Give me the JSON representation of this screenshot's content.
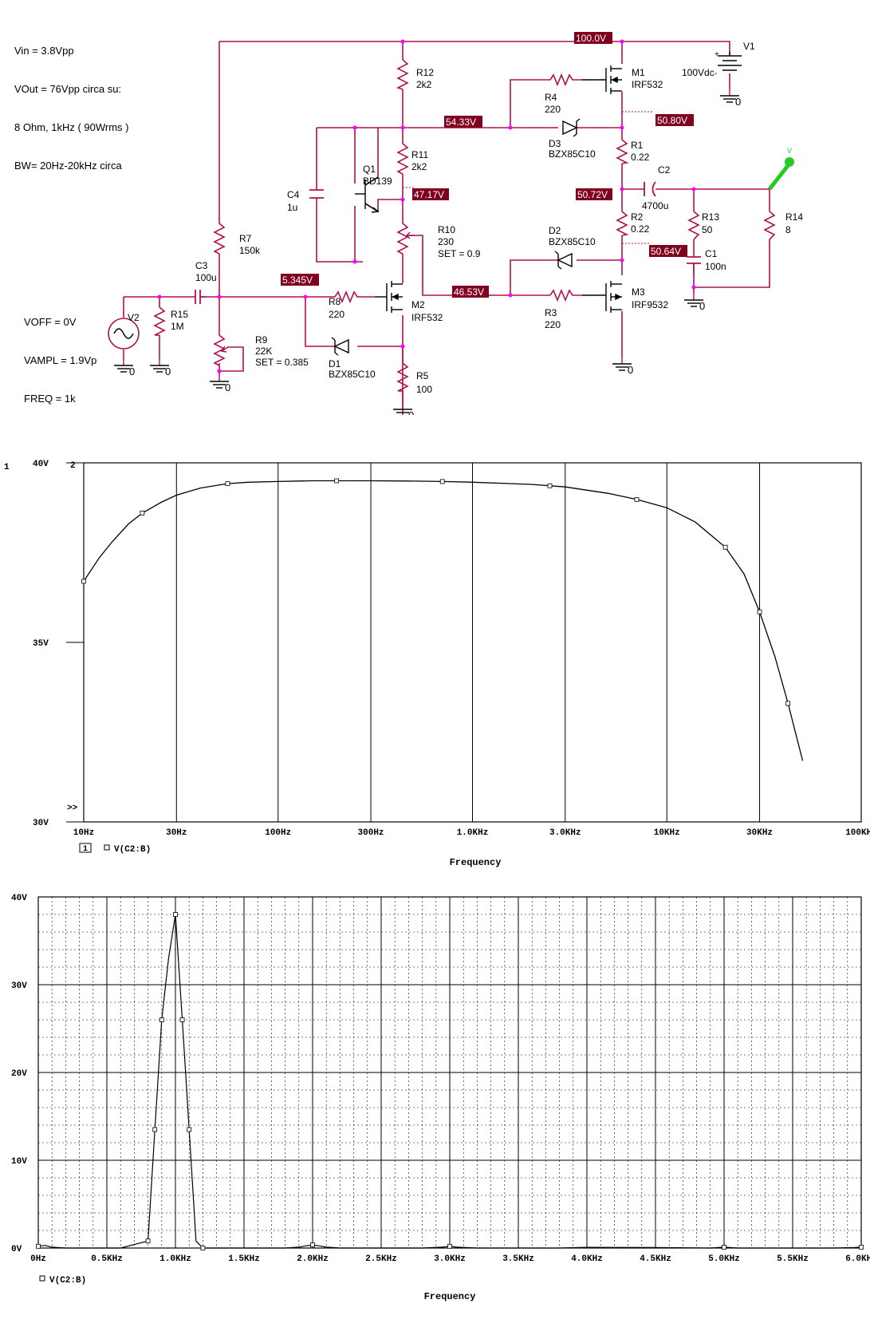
{
  "notes": {
    "top_left": [
      "Vin = 3.8Vpp",
      "VOut = 76Vpp circa su:",
      "8 Ohm, 1kHz ( 90Wrms )",
      "BW= 20Hz-20kHz circa"
    ],
    "source": [
      "VOFF = 0V",
      "VAMPL = 1.9Vp",
      "FREQ = 1k"
    ]
  },
  "components": {
    "R12": {
      "name": "R12",
      "value": "2k2"
    },
    "R11": {
      "name": "R11",
      "value": "2k2"
    },
    "R10": {
      "name": "R10",
      "value": "230",
      "set": "SET = 0.9"
    },
    "R7": {
      "name": "R7",
      "value": "150k"
    },
    "R9": {
      "name": "R9",
      "value": "22K",
      "set": "SET = 0.385"
    },
    "R15": {
      "name": "R15",
      "value": "1M"
    },
    "R8": {
      "name": "R8",
      "value": "220"
    },
    "R5": {
      "name": "R5",
      "value": "100"
    },
    "R4": {
      "name": "R4",
      "value": "220"
    },
    "R3": {
      "name": "R3",
      "value": "220"
    },
    "R1": {
      "name": "R1",
      "value": "0.22"
    },
    "R2": {
      "name": "R2",
      "value": "0.22"
    },
    "R13": {
      "name": "R13",
      "value": "50"
    },
    "R14": {
      "name": "R14",
      "value": "8"
    },
    "C3": {
      "name": "C3",
      "value": "100u"
    },
    "C4": {
      "name": "C4",
      "value": "1u"
    },
    "C2": {
      "name": "C2",
      "value": "4700u"
    },
    "C1": {
      "name": "C1",
      "value": "100n"
    },
    "Q1": {
      "name": "Q1",
      "value": "BD139"
    },
    "M1": {
      "name": "M1",
      "value": "IRF532"
    },
    "M2": {
      "name": "M2",
      "value": "IRF532"
    },
    "M3": {
      "name": "M3",
      "value": "IRF9532"
    },
    "D1": {
      "name": "D1",
      "value": "BZX85C10"
    },
    "D2": {
      "name": "D2",
      "value": "BZX85C10"
    },
    "D3": {
      "name": "D3",
      "value": "BZX85C10"
    },
    "V1": {
      "name": "V1",
      "value": "100Vdc"
    },
    "V2": {
      "name": "V2"
    }
  },
  "ground_label": "0",
  "voltages": [
    "100.0V",
    "54.33V",
    "50.80V",
    "47.17V",
    "50.72V",
    "50.64V",
    "5.345V",
    "46.53V"
  ],
  "colors": {
    "wire": "#b01050",
    "node": "#ff00ff",
    "voltage_bg": "#800020",
    "probe": "#22cc22"
  },
  "chart_data": [
    {
      "type": "line",
      "scale": "log-x",
      "plot_number": "1",
      "second_axis_marker": "2",
      "overflow_marker": ">>",
      "xlabel": "Frequency",
      "ylabel": "",
      "xlim": [
        10,
        100000
      ],
      "ylim": [
        30,
        40
      ],
      "x_ticks": [
        10,
        30,
        100,
        300,
        1000,
        3000,
        10000,
        30000,
        100000
      ],
      "x_tick_labels": [
        "10Hz",
        "30Hz",
        "100Hz",
        "300Hz",
        "1.0KHz",
        "3.0KHz",
        "10KHz",
        "30KHz",
        "100KHz"
      ],
      "y_ticks": [
        30,
        35,
        40
      ],
      "y_tick_labels": [
        "30V",
        "35V",
        "40V"
      ],
      "grid": true,
      "series": [
        {
          "name": "V(C2:B)",
          "x": [
            10,
            12,
            14,
            17,
            20,
            25,
            30,
            40,
            55,
            70,
            100,
            150,
            200,
            300,
            500,
            700,
            1000,
            2000,
            3000,
            5000,
            7000,
            10000,
            14000,
            20000,
            25000,
            30000,
            36000,
            42000,
            50000
          ],
          "y": [
            36.7,
            37.35,
            37.8,
            38.3,
            38.6,
            38.9,
            39.1,
            39.3,
            39.42,
            39.46,
            39.48,
            39.5,
            39.5,
            39.5,
            39.49,
            39.48,
            39.46,
            39.4,
            39.33,
            39.15,
            38.98,
            38.75,
            38.35,
            37.65,
            36.9,
            35.85,
            34.6,
            33.3,
            31.7
          ]
        }
      ],
      "markers": {
        "x": [
          10,
          20,
          55,
          200,
          700,
          2500,
          7000,
          20000,
          30000,
          42000
        ]
      }
    },
    {
      "type": "line",
      "xlabel": "Frequency",
      "ylabel": "",
      "xlim": [
        0,
        6000
      ],
      "ylim": [
        0,
        40
      ],
      "x_ticks": [
        0,
        500,
        1000,
        1500,
        2000,
        2500,
        3000,
        3500,
        4000,
        4500,
        5000,
        5500,
        6000
      ],
      "x_tick_labels": [
        "0Hz",
        "0.5KHz",
        "1.0KHz",
        "1.5KHz",
        "2.0KHz",
        "2.5KHz",
        "3.0KHz",
        "3.5KHz",
        "4.0KHz",
        "4.5KHz",
        "5.0KHz",
        "5.5KHz",
        "6.0KHz"
      ],
      "y_ticks": [
        0,
        10,
        20,
        30,
        40
      ],
      "y_tick_labels": [
        "0V",
        "10V",
        "20V",
        "30V",
        "40V"
      ],
      "grid": true,
      "series": [
        {
          "name": "V(C2:B)",
          "x": [
            0,
            50,
            100,
            200,
            400,
            600,
            800,
            850,
            900,
            950,
            1000,
            1050,
            1100,
            1150,
            1200,
            1400,
            1800,
            1900,
            1950,
            2000,
            2050,
            2100,
            2200,
            2800,
            2950,
            3000,
            3050,
            3200,
            3800,
            4000,
            4500,
            4900,
            5000,
            5100,
            5800,
            5950,
            6000
          ],
          "y": [
            0.2,
            0.3,
            0.1,
            0,
            0,
            0,
            0.8,
            13.5,
            26,
            33,
            38,
            26,
            13.5,
            0.8,
            0,
            0,
            0,
            0.1,
            0.25,
            0.35,
            0.25,
            0.1,
            0,
            0,
            0.1,
            0.2,
            0.1,
            0,
            0,
            0.08,
            0.05,
            0,
            0.1,
            0,
            0,
            0.05,
            0.1
          ]
        }
      ],
      "markers": {
        "x": [
          0,
          800,
          850,
          900,
          1000,
          1050,
          1100,
          1200,
          2000,
          3000,
          5000,
          6000
        ]
      }
    }
  ]
}
